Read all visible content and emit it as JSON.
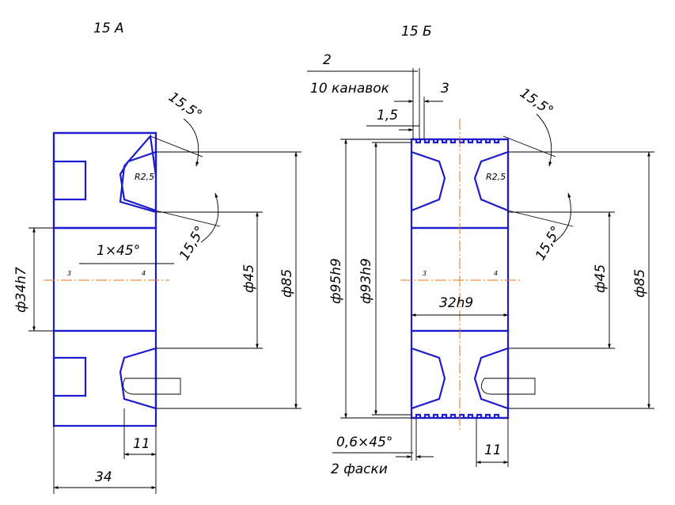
{
  "view_a": {
    "title": "15 А",
    "dims": {
      "angle_top": "15,5°",
      "angle_mid": "15,5°",
      "radius": "R2,5",
      "chamfer": "1×45°",
      "bore": "ф34h7",
      "d45": "ф45",
      "d85": "ф85",
      "width_11": "11",
      "width_34": "34"
    }
  },
  "view_b": {
    "title": "15 Б",
    "dims": {
      "grooves_count": "2",
      "grooves_note": "10 канавок",
      "pitch_3": "3",
      "width_15": "1,5",
      "angle_top": "15,5°",
      "angle_mid": "15,5°",
      "radius": "R2,5",
      "d95": "ф95h9",
      "d93": "ф93h9",
      "bore": "32h9",
      "d45": "ф45",
      "d85": "ф85",
      "chamfer": "0,6×45°",
      "chamfer_note": "2 фаски",
      "width_11": "11"
    }
  },
  "colors": {
    "outline": "#1c1ccc",
    "axis": "#e07a1a",
    "line": "#000000"
  }
}
